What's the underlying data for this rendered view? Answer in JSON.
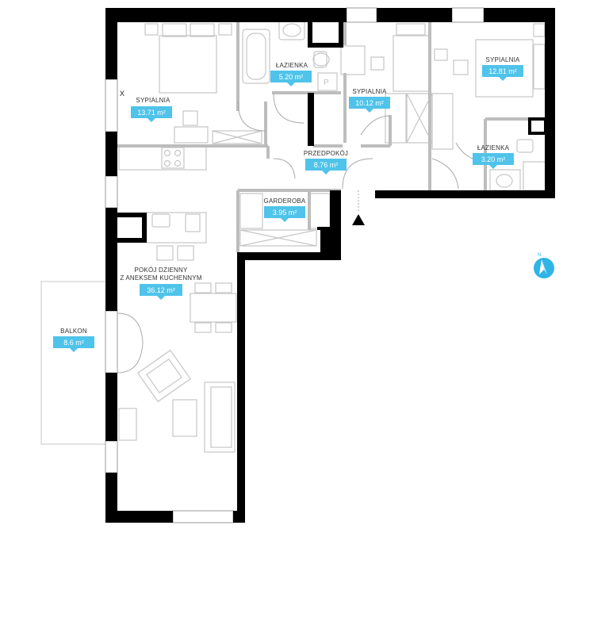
{
  "colors": {
    "wall": "#000000",
    "partition": "#bdbdbd",
    "furniture": "#c6c6c6",
    "label_bg": "#4fc3ea",
    "label_text": "#ffffff",
    "compass": "#2fb4e6"
  },
  "rooms": [
    {
      "id": "sypialnia-1",
      "name": "SYPIALNIA",
      "area": "13.71 m²"
    },
    {
      "id": "lazienka-1",
      "name": "ŁAZIENKA",
      "area": "5.20 m²"
    },
    {
      "id": "sypialnia-2",
      "name": "SYPIALNIA",
      "area": "10.12 m²"
    },
    {
      "id": "sypialnia-3",
      "name": "SYPIALNIA",
      "area": "12.81 m²"
    },
    {
      "id": "przedpokoj",
      "name": "PRZEDPOKÓJ",
      "area": "8.76 m²"
    },
    {
      "id": "lazienka-2",
      "name": "ŁAZIENKA",
      "area": "3.20 m²"
    },
    {
      "id": "garderoba",
      "name": "GARDEROBA",
      "area": "3.95 m²"
    },
    {
      "id": "pokoj-dzienny",
      "name_line1": "POKÓJ DZIENNY",
      "name_line2": "Z ANEKSEM KUCHENNYM",
      "area": "36.12 m²"
    },
    {
      "id": "balkon",
      "name": "BALKON",
      "area": "8.6 m²"
    }
  ],
  "markers": {
    "x_label": "X",
    "compass_label": "N"
  },
  "icons": {
    "entrance": "entrance-arrow-icon",
    "compass": "compass-north-icon"
  }
}
